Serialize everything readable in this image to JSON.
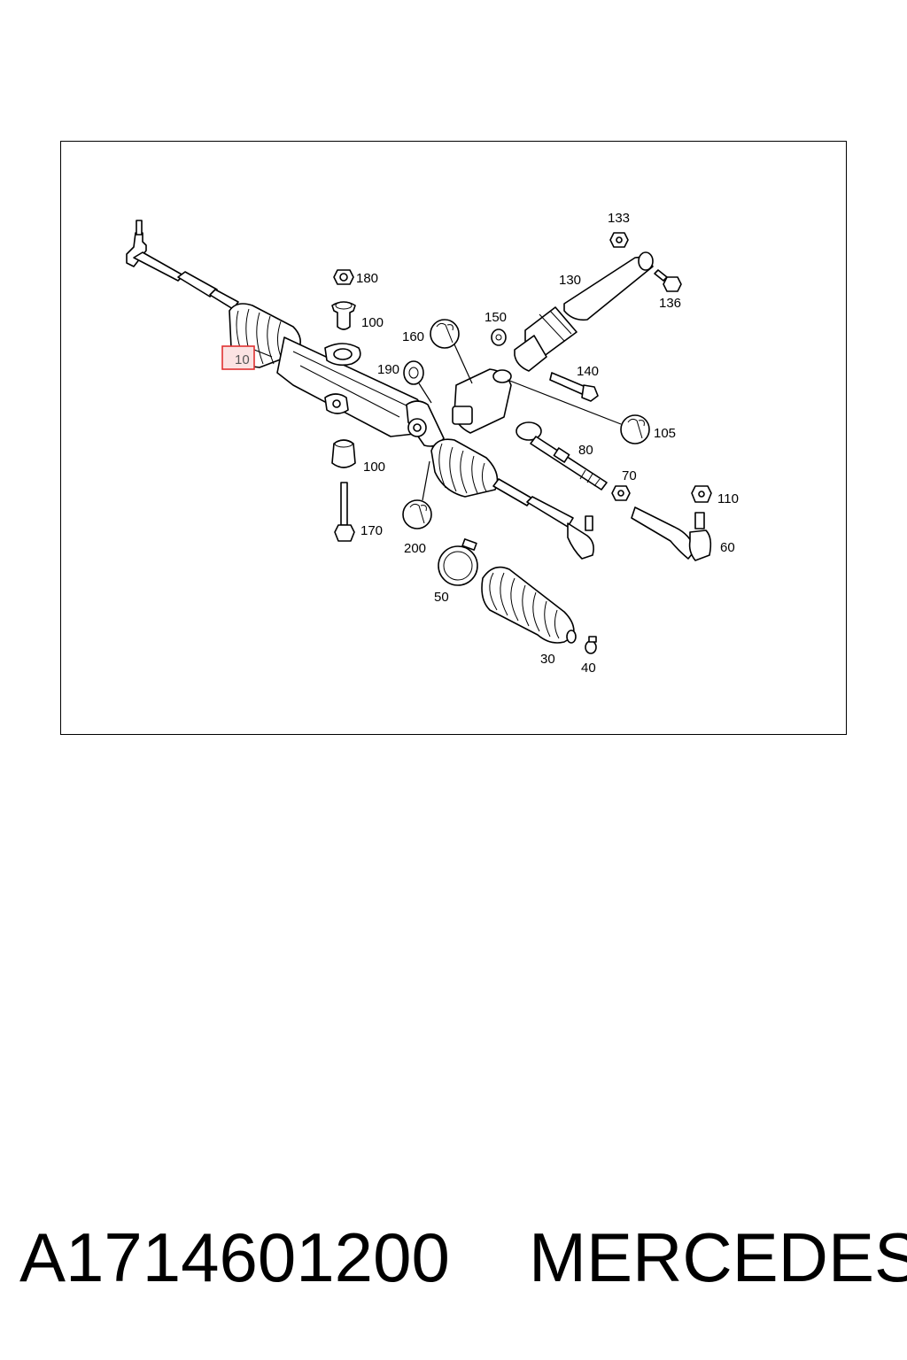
{
  "diagram": {
    "callouts": {
      "c133": "133",
      "c180": "180",
      "c130": "130",
      "c136": "136",
      "c100a": "100",
      "c150": "150",
      "c160": "160",
      "c10": "10",
      "c190": "190",
      "c140": "140",
      "c105": "105",
      "c80": "80",
      "c100b": "100",
      "c70": "70",
      "c110": "110",
      "c170": "170",
      "c200": "200",
      "c60": "60",
      "c50": "50",
      "c30": "30",
      "c40": "40"
    },
    "highlight_color": "#e03030",
    "highlight_fill": "#fbe3e3"
  },
  "footer": {
    "part_number": "A1714601200",
    "brand": "MERCEDES"
  }
}
